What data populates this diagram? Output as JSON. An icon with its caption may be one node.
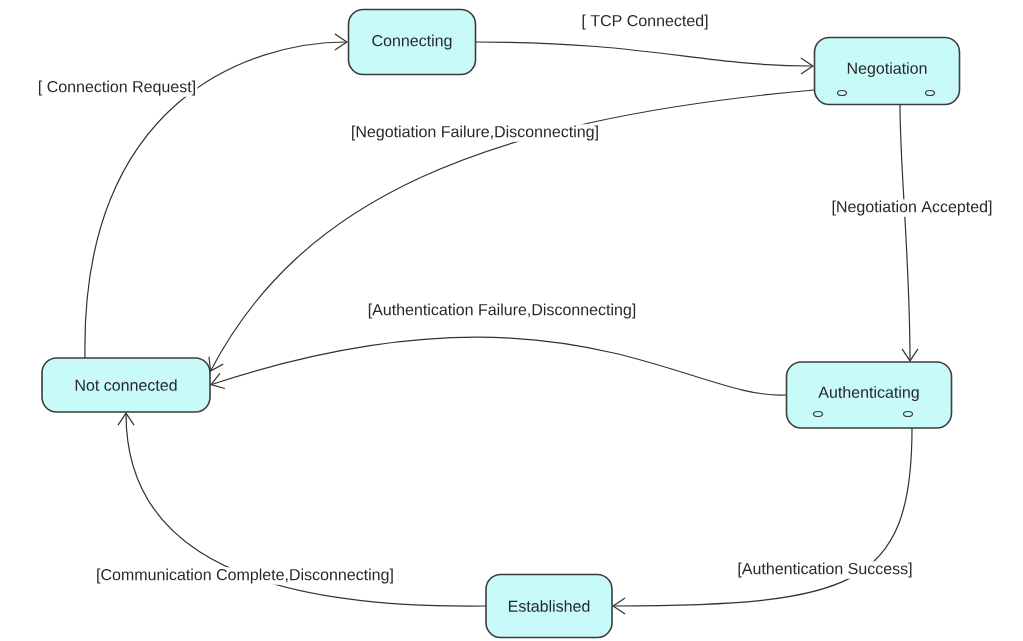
{
  "diagram": {
    "nodes": [
      {
        "text": [
          "Connecting"
        ]
      },
      {
        "text": [
          "Negotiation"
        ]
      },
      {
        "text": [
          "Not connected"
        ]
      },
      {
        "text": [
          "Authenticating"
        ]
      },
      {
        "text": [
          "Established"
        ]
      }
    ],
    "edges": [
      {
        "from": 2,
        "to": 0,
        "arrow": "to",
        "label": "[ Connection Request]"
      },
      {
        "from": 0,
        "to": 1,
        "arrow": "to",
        "label": "[ TCP Connected]"
      },
      {
        "from": 1,
        "to": 2,
        "arrow": "to",
        "label": "[Negotiation Failure,Disconnecting]"
      },
      {
        "from": 1,
        "to": 3,
        "arrow": "to",
        "label": "[Negotiation Accepted]"
      },
      {
        "from": 3,
        "to": 2,
        "arrow": "to",
        "label": "[Authentication Failure,Disconnecting]"
      },
      {
        "from": 3,
        "to": 4,
        "arrow": "to",
        "label": "[Authentication Success]"
      },
      {
        "from": 4,
        "to": 2,
        "arrow": "to",
        "label": "[Communication Complete,Disconnecting]"
      }
    ]
  }
}
